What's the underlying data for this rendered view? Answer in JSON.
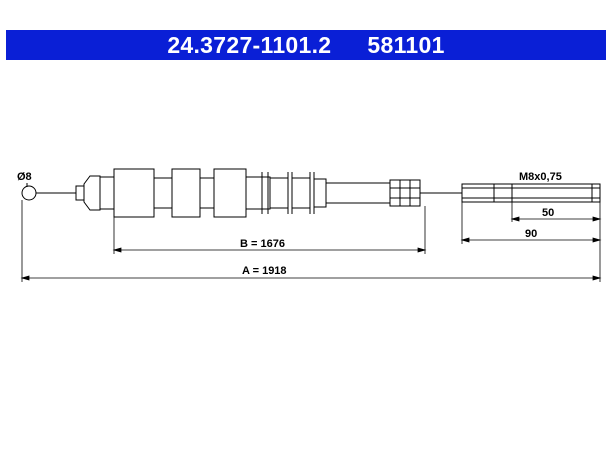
{
  "header": {
    "part_number": "24.3727-1101.2",
    "ref_number": "581101",
    "background_color": "#0a1fd6",
    "text_color": "#ffffff"
  },
  "drawing": {
    "diameter_label": "Ø8",
    "thread_label": "M8x0,75",
    "dim_thread_length": "50",
    "dim_end_length": "90",
    "dim_b": "B = 1676",
    "dim_a": "A = 1918"
  }
}
